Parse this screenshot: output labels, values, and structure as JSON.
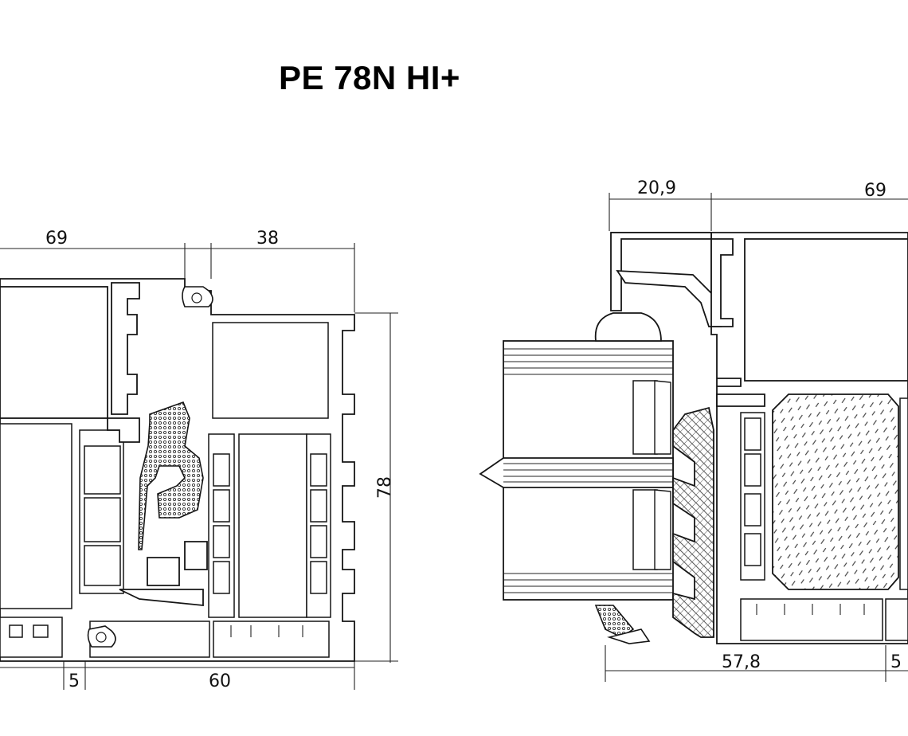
{
  "title": "PE 78N HI+",
  "left_section": {
    "dim_top_left": "69",
    "dim_top_right": "38",
    "dim_right": "78",
    "dim_bottom_small": "5",
    "dim_bottom_large": "60"
  },
  "right_section": {
    "dim_top_left": "20,9",
    "dim_top_right": "69",
    "dim_bottom_large": "57,8",
    "dim_bottom_small": "5"
  },
  "colors": {
    "line": "#151515",
    "background": "#ffffff",
    "gasket": "#9a9a9a",
    "hatch": "#444444"
  }
}
